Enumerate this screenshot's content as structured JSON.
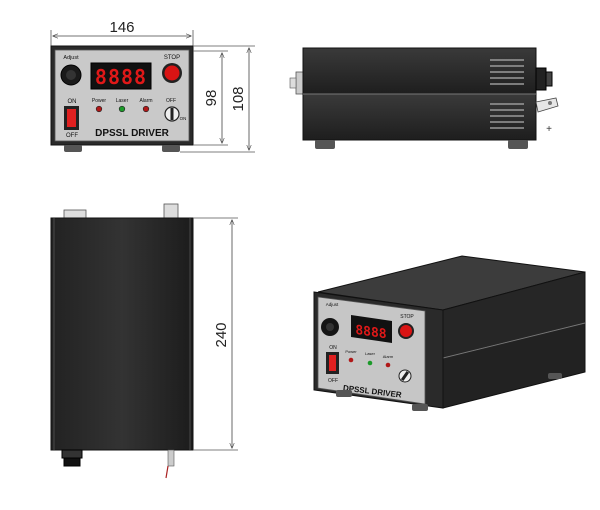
{
  "dimensions": {
    "front_width": "146",
    "front_height_body": "98",
    "front_height_total": "108",
    "top_length": "240"
  },
  "front_panel": {
    "title": "DPSSL DRIVER",
    "adjust_label": "Adjust",
    "stop_label": "STOP",
    "power_label": "Power",
    "laser_label": "Laser",
    "alarm_label": "Alarm",
    "on_label": "ON",
    "off_label": "OFF",
    "key_off_label": "OFF",
    "key_on_label": "ON",
    "display_value": "8888"
  },
  "side_view": {
    "terminal_mark": "+"
  },
  "colors": {
    "body_dark": "#2b2b2b",
    "panel_gray": "#c9c9c9",
    "display_red": "#e01818",
    "stop_red": "#d91414",
    "switch_red": "#e02020",
    "led_green": "#1c9a2a",
    "led_red": "#b01818"
  }
}
